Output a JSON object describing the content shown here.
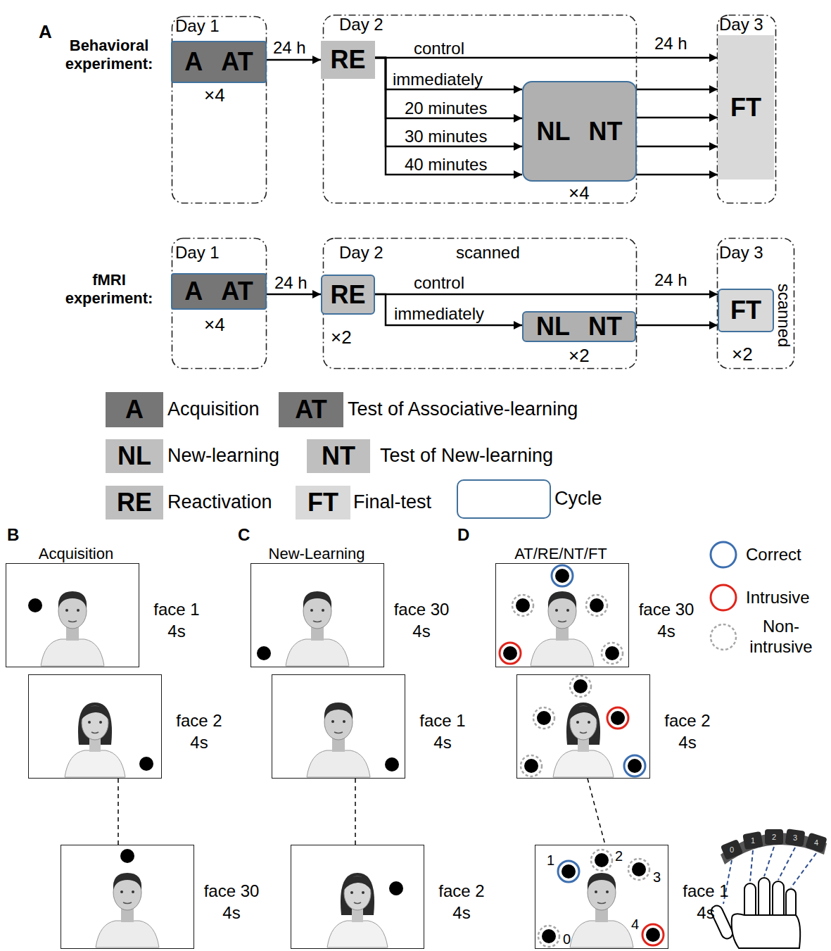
{
  "diagram": {
    "nodes": [
      {
        "text": [
          "Day 1"
        ]
      },
      {
        "text": [
          "A",
          "AT"
        ],
        "in": 0
      },
      {
        "text": [
          "Day 2"
        ]
      },
      {
        "text": [
          "RE"
        ],
        "in": 2
      },
      {
        "text": [
          "NL",
          "NT"
        ],
        "in": 2
      },
      {
        "text": [
          "Day 3"
        ]
      },
      {
        "text": [
          "FT"
        ],
        "in": 5
      },
      {
        "text": [
          "Day 1"
        ]
      },
      {
        "text": [
          "A",
          "AT"
        ],
        "in": 7
      },
      {
        "text": [
          "Day 2",
          "scanned"
        ]
      },
      {
        "text": [
          "RE"
        ],
        "in": 9
      },
      {
        "text": [
          "NL",
          "NT"
        ],
        "in": 9
      },
      {
        "text": [
          "Day 3",
          "scanned"
        ]
      },
      {
        "text": [
          "FT"
        ],
        "in": 12
      },
      {
        "text": [
          "face 1",
          "4s"
        ]
      },
      {
        "text": [
          "face 2",
          "4s"
        ]
      },
      {
        "text": [
          "face 30",
          "4s"
        ]
      },
      {
        "text": [
          "face 30",
          "4s"
        ]
      },
      {
        "text": [
          "face 1",
          "4s"
        ]
      },
      {
        "text": [
          "face 2",
          "4s"
        ]
      },
      {
        "text": [
          "face 30",
          "4s"
        ]
      },
      {
        "text": [
          "face 2",
          "4s"
        ]
      },
      {
        "text": [
          "face 1",
          "4s"
        ]
      }
    ],
    "edges": [
      {
        "from": 1,
        "to": 3,
        "label": "24 h",
        "arrow": "to"
      },
      {
        "from": 3,
        "to": 6,
        "label": "control",
        "arrow": "to"
      },
      {
        "from": 3,
        "to": 4,
        "label": "immediately",
        "arrow": "to"
      },
      {
        "from": 3,
        "to": 4,
        "label": "20 minutes",
        "arrow": "to"
      },
      {
        "from": 3,
        "to": 4,
        "label": "30 minutes",
        "arrow": "to"
      },
      {
        "from": 3,
        "to": 4,
        "label": "40 minutes",
        "arrow": "to"
      },
      {
        "from": 4,
        "to": 6,
        "arrow": "to"
      },
      {
        "from": 4,
        "to": 6,
        "arrow": "to"
      },
      {
        "from": 4,
        "to": 6,
        "arrow": "to"
      },
      {
        "from": 4,
        "to": 6,
        "arrow": "to"
      },
      {
        "from": 8,
        "to": 10,
        "label": "24 h",
        "arrow": "to"
      },
      {
        "from": 10,
        "to": 13,
        "label": "control",
        "arrow": "to"
      },
      {
        "from": 10,
        "to": 11,
        "label": "immediately",
        "arrow": "to"
      },
      {
        "from": 11,
        "to": 13,
        "arrow": "to"
      },
      {
        "from": 15,
        "to": 16,
        "arrow": "none"
      },
      {
        "from": 18,
        "to": 19,
        "arrow": "none"
      },
      {
        "from": 21,
        "to": 22,
        "arrow": "none"
      }
    ],
    "labels": [
      "A",
      "Behavioral experiment:",
      "×4",
      "24 h",
      "×4",
      "fMRI experiment:",
      "×4",
      "×2",
      "24 h",
      "×2",
      "×2",
      "A",
      "AT",
      "NL",
      "NT",
      "RE",
      "FT",
      "B",
      "Acquisition",
      "C",
      "New-Learning",
      "D",
      "AT/RE/NT/FT",
      "1",
      "2",
      "3",
      "0",
      "4",
      "0",
      "1",
      "2",
      "3",
      "4"
    ],
    "legend": [
      {
        "text": "Acquisition",
        "color": "#767676"
      },
      {
        "text": "Test of Associative-learning",
        "color": "#767676"
      },
      {
        "text": "New-learning",
        "color": "#bfbfbf"
      },
      {
        "text": "Test of New-learning",
        "color": "#bfbfbf"
      },
      {
        "text": "Reactivation",
        "color": "#bfbfbf"
      },
      {
        "text": "Final-test",
        "color": "#d9d9d9"
      },
      {
        "text": "Cycle"
      },
      {
        "text": "Correct"
      },
      {
        "text": "Intrusive"
      },
      {
        "text": "Non- intrusive"
      }
    ]
  }
}
